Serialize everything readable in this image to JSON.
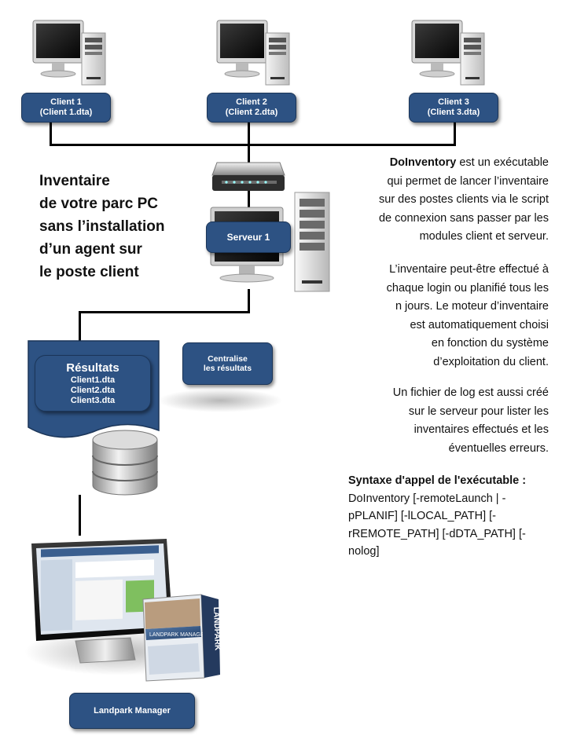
{
  "clients": [
    {
      "name": "Client 1",
      "file": "(Client 1.dta)"
    },
    {
      "name": "Client 2",
      "file": "(Client 2.dta)"
    },
    {
      "name": "Client 3",
      "file": "(Client 3.dta)"
    }
  ],
  "server": {
    "label": "Serveur 1"
  },
  "heading": [
    "Inventaire",
    "de votre parc PC",
    "sans l’installation",
    "d’un agent sur",
    "le poste client"
  ],
  "description": {
    "p1_product": "DoInventory",
    "p1_lines": [
      " est un exécutable",
      "qui permet de lancer l’inventaire",
      "sur des postes clients via le script",
      "de connexion sans passer par les",
      "modules client et serveur."
    ],
    "p2_lines": [
      "L’inventaire peut-être effectué à",
      "chaque login ou planifié tous les",
      "n jours. Le moteur d’inventaire",
      "est automatiquement choisi",
      "en fonction du système",
      "d’exploitation du client."
    ],
    "p3_lines": [
      "Un fichier de log est aussi créé",
      "sur le serveur pour lister les",
      "inventaires effectués et les",
      "éventuelles erreurs."
    ]
  },
  "syntax": {
    "title": "Syntaxe d'appel de l'exécutable :",
    "lines": [
      "DoInventory [-remoteLaunch | -",
      "pPLANIF] [-lLOCAL_PATH] [-",
      "rREMOTE_PATH] [-dDTA_PATH] [-",
      "nolog]"
    ]
  },
  "results": {
    "title": "Résultats",
    "files": [
      "Client1.dta",
      "Client2.dta",
      "Client3.dta"
    ]
  },
  "centralise": {
    "line1": "Centralise",
    "line2": "les résultats"
  },
  "landpark": {
    "label": "Landpark Manager",
    "box_text": "LANDPARK MANAGER",
    "box_side": "LANDPARK"
  },
  "colors": {
    "pill": "#2d5283",
    "line": "#000000"
  }
}
